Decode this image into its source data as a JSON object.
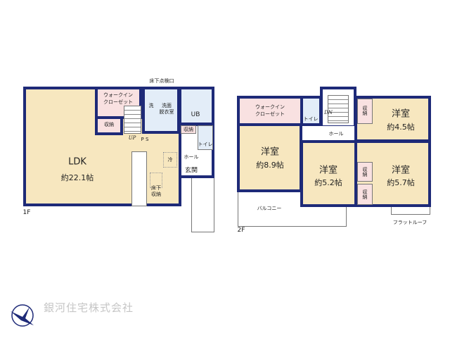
{
  "floor1": {
    "label": "1F",
    "ldk": {
      "name": "LDK",
      "area": "約22.1帖"
    },
    "walk_in_closet": "ウォークイン\nクローゼット",
    "storage": "収納",
    "stairs": "UP",
    "ps": "P S",
    "inspection": "床下点検口",
    "wash_basin": "洗",
    "washroom": "洗面\n脱衣室",
    "bath": "UB",
    "storage_small": "収納",
    "toilet": "トイレ",
    "hall": "ホール",
    "entrance": "玄関",
    "fridge": "冷",
    "underfloor_storage": "床下\n収納"
  },
  "floor2": {
    "label": "2F",
    "walk_in_closet": "ウォークイン\nクローゼット",
    "toilet": "トイレ",
    "stairs": "DN",
    "hall": "ホール",
    "room_a": {
      "name": "洋室",
      "area": "約8.9帖"
    },
    "room_b": {
      "name": "洋室",
      "area": "約5.2帖"
    },
    "room_c": {
      "name": "洋室",
      "area": "約4.5帖"
    },
    "room_d": {
      "name": "洋室",
      "area": "約5.7帖"
    },
    "storage_1": "収納",
    "storage_2": "収納",
    "storage_3": "収納",
    "balcony": "バルコニー",
    "flat_roof": "フラットルーフ"
  },
  "company": {
    "name": "銀河住宅株式会社",
    "logo_icon": "crane-compass-logo"
  },
  "colors": {
    "wall": "#1e2a78",
    "room": "#f7e7bf",
    "closet": "#f9e1e1",
    "wet": "#e3edf8"
  }
}
